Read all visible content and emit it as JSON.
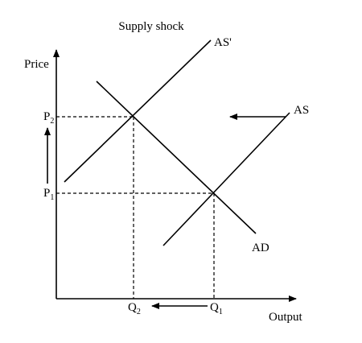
{
  "title": "Supply shock",
  "axes": {
    "y_label": "Price",
    "x_label": "Output"
  },
  "curves": {
    "as_new": "AS'",
    "as_old": "AS",
    "ad": "AD"
  },
  "price_levels": {
    "p2_main": "P",
    "p2_sub": "2",
    "p1_main": "P",
    "p1_sub": "1"
  },
  "quantities": {
    "q2_main": "Q",
    "q2_sub": "2",
    "q1_main": "Q",
    "q1_sub": "1"
  },
  "colors": {
    "ink": "#000000",
    "background": "#ffffff"
  }
}
